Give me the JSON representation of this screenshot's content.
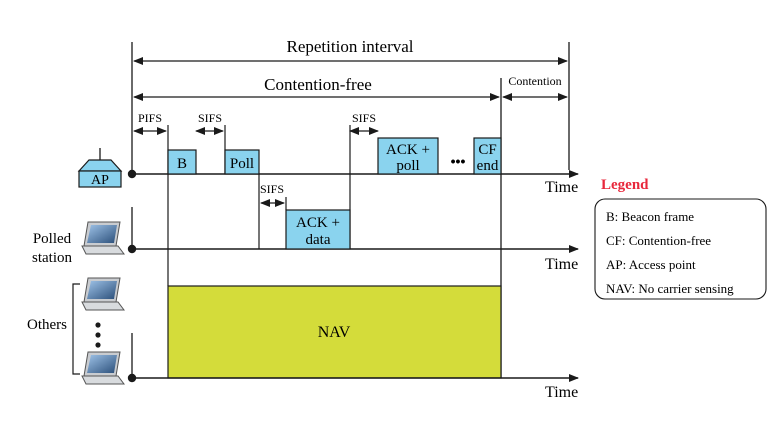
{
  "labels": {
    "repetition_interval": "Repetition interval",
    "contention_free": "Contention-free",
    "contention": "Contention",
    "pifs": "PIFS",
    "sifs_1": "SIFS",
    "sifs_2": "SIFS",
    "sifs_3": "SIFS",
    "ap_station": "AP",
    "polled_station_line1": "Polled",
    "polled_station_line2": "station",
    "others": "Others",
    "time_1": "Time",
    "time_2": "Time",
    "time_3": "Time",
    "dots": "•••"
  },
  "frames": {
    "beacon": "B",
    "poll": "Poll",
    "ack_data_line1": "ACK +",
    "ack_data_line2": "data",
    "ack_poll_line1": "ACK +",
    "ack_poll_line2": "poll",
    "cf_end_line1": "CF",
    "cf_end_line2": "end",
    "nav": "NAV"
  },
  "legend": {
    "title": "Legend",
    "items": [
      "B: Beacon frame",
      "CF: Contention-free",
      "AP: Access point",
      "NAV: No carrier sensing"
    ]
  },
  "colors": {
    "frame_fill": "#8ad3ee",
    "nav_fill": "#d4dc3a",
    "legend_title": "#e8283c",
    "line": "#1a1a1a",
    "laptop_screen": "#2b4f7a",
    "laptop_body": "#c9ccd0"
  }
}
